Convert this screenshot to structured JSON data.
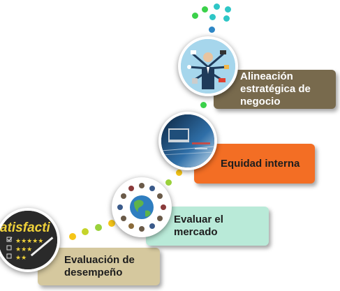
{
  "steps": [
    {
      "label": "Evaluación de desempeño",
      "color": "#d5c89e"
    },
    {
      "label": "Evaluar el mercado",
      "color": "#b9ead8"
    },
    {
      "label": "Equidad interna",
      "color": "#f36e24"
    },
    {
      "label": "Alineación estratégica de negocio",
      "color": "#786a4d"
    }
  ],
  "icons": {
    "step1": "satisfaction-chalkboard-icon",
    "step2": "globe-people-icon",
    "step3": "tech-screen-icon",
    "step4": "multitasking-businessman-icon"
  },
  "chalkboard_text": "atisfacti",
  "dot_colors": [
    "#f5c518",
    "#9ad13b",
    "#3bd14a",
    "#2ec6c6",
    "#2e87c6"
  ]
}
